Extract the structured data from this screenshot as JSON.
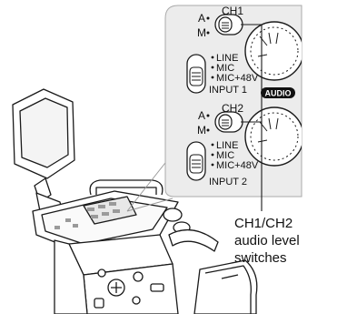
{
  "panel": {
    "ch1": {
      "mode_a": "A",
      "mode_m": "M",
      "channel_label": "CH1",
      "input_options": [
        "LINE",
        "MIC",
        "MIC+48V"
      ],
      "input_label": "INPUT 1"
    },
    "ch2": {
      "mode_a": "A",
      "mode_m": "M",
      "channel_label": "CH2",
      "input_options": [
        "LINE",
        "MIC",
        "MIC+48V"
      ],
      "input_label": "INPUT 2"
    },
    "audio_badge": "AUDIO"
  },
  "callout": {
    "lines": [
      "CH1/CH2",
      "audio level",
      "switches"
    ]
  }
}
